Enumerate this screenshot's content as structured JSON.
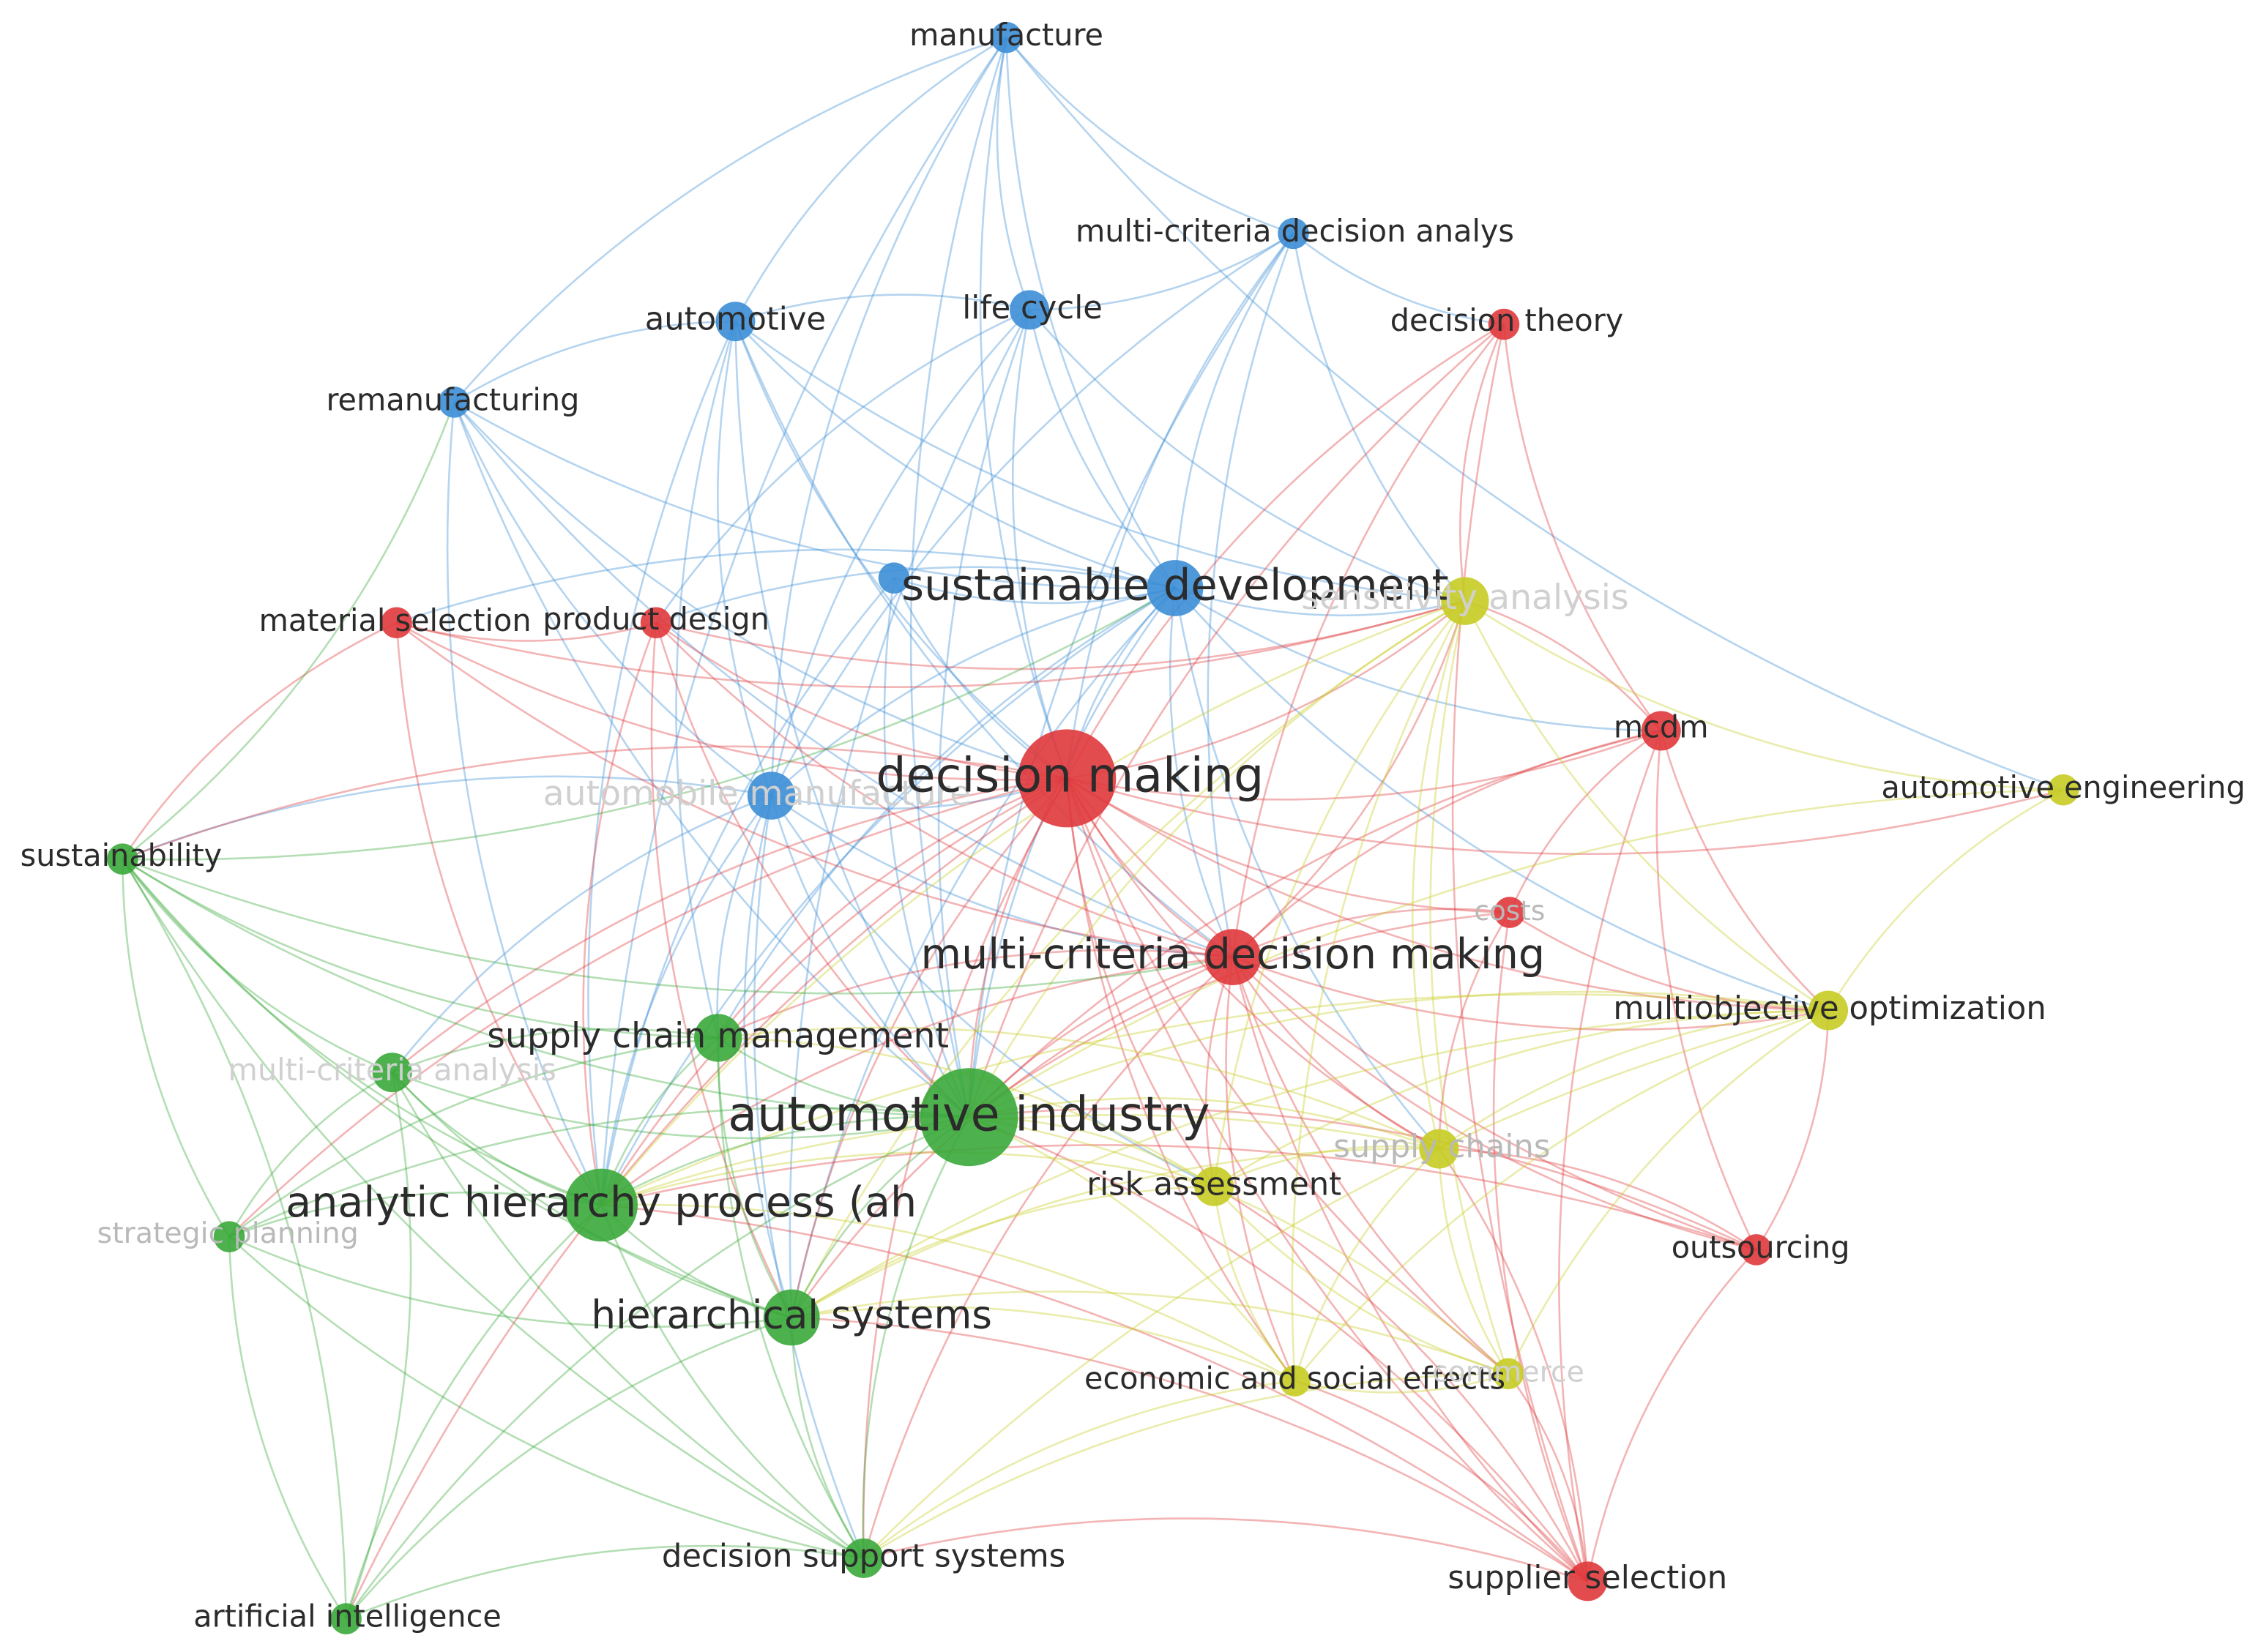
{
  "colors": {
    "red": "#e0393c",
    "green": "#3aa93a",
    "blue": "#3c8ed6",
    "yellow": "#c7cc24"
  },
  "nodes": [
    {
      "id": "manufacture",
      "label": "manufacture",
      "cluster": "blue",
      "weight": 2
    },
    {
      "id": "mcda",
      "label": "multi-criteria decision analys",
      "cluster": "blue",
      "weight": 2
    },
    {
      "id": "life_cycle",
      "label": "life cycle",
      "cluster": "blue",
      "weight": 3
    },
    {
      "id": "automotive",
      "label": "automotive",
      "cluster": "blue",
      "weight": 3
    },
    {
      "id": "remanufacturing",
      "label": "remanufacturing",
      "cluster": "blue",
      "weight": 2
    },
    {
      "id": "blue_small",
      "label": "",
      "cluster": "blue",
      "weight": 2
    },
    {
      "id": "sustainable_development",
      "label": "sustainable development",
      "cluster": "blue",
      "weight": 5
    },
    {
      "id": "automobile_manufacture",
      "label": "automobile manufacture",
      "cluster": "blue",
      "weight": 4
    },
    {
      "id": "decision_theory",
      "label": "decision theory",
      "cluster": "red",
      "weight": 2
    },
    {
      "id": "material_selection",
      "label": "material selection",
      "cluster": "red",
      "weight": 2
    },
    {
      "id": "product_design",
      "label": "product design",
      "cluster": "red",
      "weight": 2
    },
    {
      "id": "decision_making",
      "label": "decision making",
      "cluster": "red",
      "weight": 10
    },
    {
      "id": "mcdm",
      "label": "mcdm",
      "cluster": "red",
      "weight": 3
    },
    {
      "id": "costs",
      "label": "costs",
      "cluster": "red",
      "weight": 2
    },
    {
      "id": "mcdm_full",
      "label": "multi-criteria decision making",
      "cluster": "red",
      "weight": 5
    },
    {
      "id": "outsourcing",
      "label": "outsourcing",
      "cluster": "red",
      "weight": 2
    },
    {
      "id": "supplier_selection",
      "label": "supplier selection",
      "cluster": "red",
      "weight": 3
    },
    {
      "id": "sensitivity_analysis",
      "label": "sensitivity analysis",
      "cluster": "yellow",
      "weight": 4
    },
    {
      "id": "automotive_engineering",
      "label": "automotive engineering",
      "cluster": "yellow",
      "weight": 2
    },
    {
      "id": "multiobjective_optimization",
      "label": "multiobjective optimization",
      "cluster": "yellow",
      "weight": 3
    },
    {
      "id": "supply_chains",
      "label": "supply chains",
      "cluster": "yellow",
      "weight": 3
    },
    {
      "id": "risk_assessment",
      "label": "risk assessment",
      "cluster": "yellow",
      "weight": 3
    },
    {
      "id": "economic_social_effects",
      "label": "economic and social effects",
      "cluster": "yellow",
      "weight": 2
    },
    {
      "id": "commerce",
      "label": "commerce",
      "cluster": "yellow",
      "weight": 2
    },
    {
      "id": "sustainability",
      "label": "sustainability",
      "cluster": "green",
      "weight": 2
    },
    {
      "id": "supply_chain_management",
      "label": "supply chain management",
      "cluster": "green",
      "weight": 4
    },
    {
      "id": "multi_criteria_analysis",
      "label": "multi-criteria analysis",
      "cluster": "green",
      "weight": 3
    },
    {
      "id": "automotive_industry",
      "label": "automotive industry",
      "cluster": "green",
      "weight": 10
    },
    {
      "id": "ahp",
      "label": "analytic hierarchy process (ah",
      "cluster": "green",
      "weight": 7
    },
    {
      "id": "strategic_planning",
      "label": "strategic planning",
      "cluster": "green",
      "weight": 2
    },
    {
      "id": "hierarchical_systems",
      "label": "hierarchical systems",
      "cluster": "green",
      "weight": 5
    },
    {
      "id": "decision_support_systems",
      "label": "decision support systems",
      "cluster": "green",
      "weight": 3
    },
    {
      "id": "artificial_intelligence",
      "label": "artificial intelligence",
      "cluster": "green",
      "weight": 2
    }
  ]
}
